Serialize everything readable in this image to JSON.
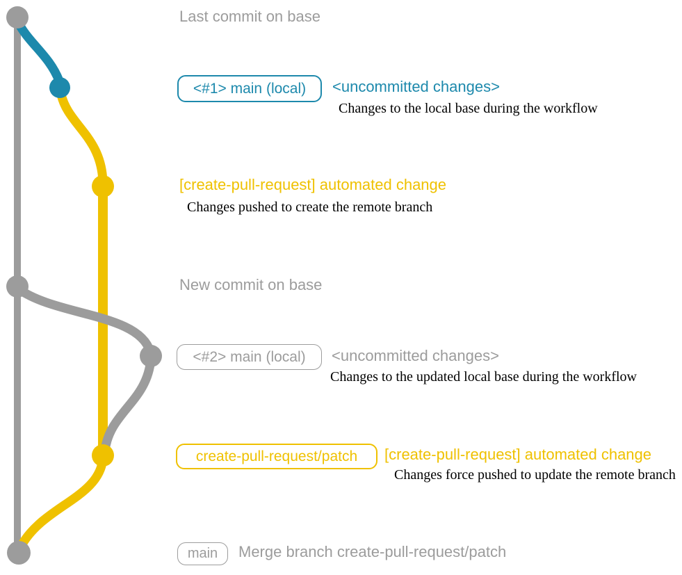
{
  "colors": {
    "gray": "#9c9c9c",
    "teal": "#1d89ac",
    "yellow": "#efc100",
    "ink": "#000000"
  },
  "annotations": {
    "last_commit": "Last commit on base",
    "new_commit": "New commit on base"
  },
  "rows": {
    "uncommitted1": {
      "badge": "<#1> main (local)",
      "heading": "<uncommitted changes>",
      "description": "Changes to the local base during the workflow"
    },
    "automated1": {
      "heading": "[create-pull-request] automated change",
      "description": "Changes pushed to create the remote branch"
    },
    "uncommitted2": {
      "badge": "<#2> main (local)",
      "heading": "<uncommitted changes>",
      "description": "Changes to the updated local base during the workflow"
    },
    "automated2": {
      "badge": "create-pull-request/patch",
      "heading": "[create-pull-request] automated change",
      "description": "Changes force pushed to update the remote branch"
    },
    "merge": {
      "badge": "main",
      "heading": "Merge branch create-pull-request/patch"
    }
  }
}
